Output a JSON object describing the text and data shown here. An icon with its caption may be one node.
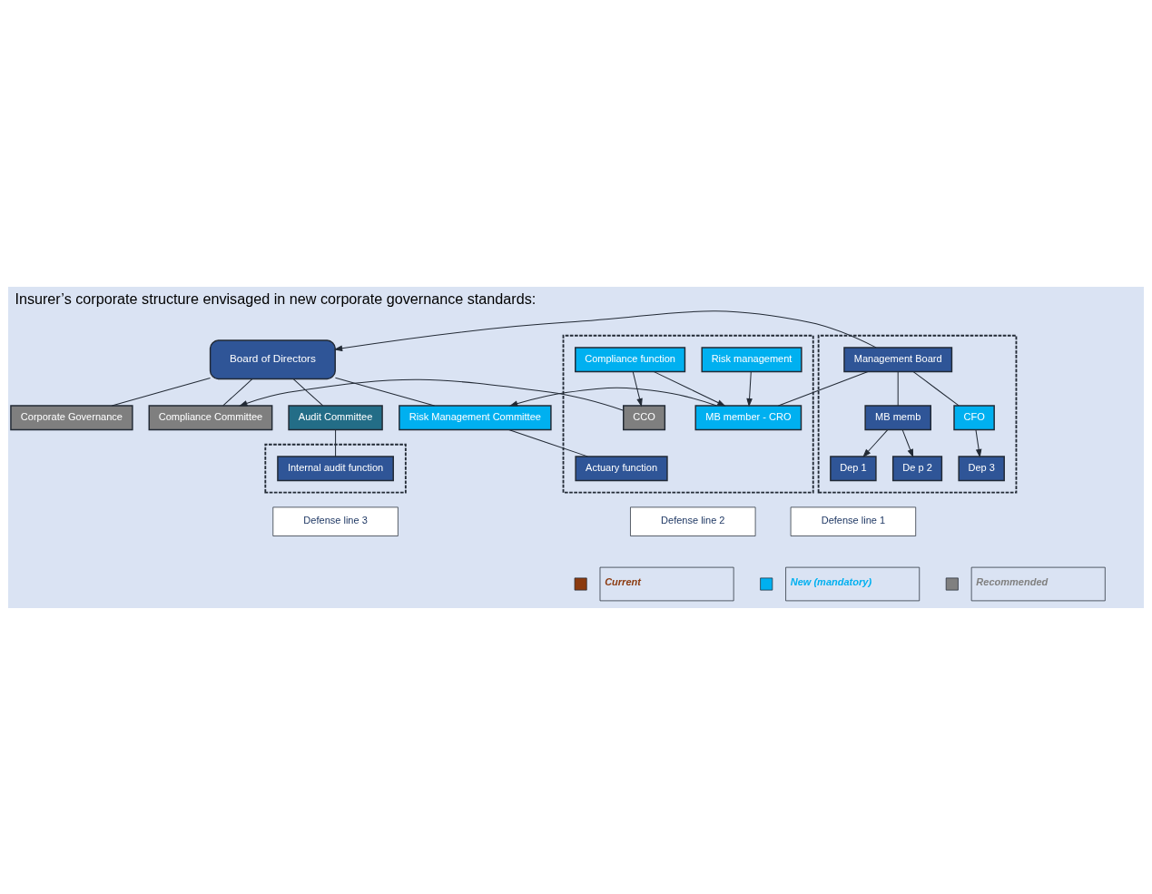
{
  "diagram": {
    "title": "Insurer’s corporate structure envisaged in new corporate governance standards:",
    "nodes": [
      {
        "text": [
          "Board of Directors"
        ]
      },
      {
        "text": [
          "Corporate Governance"
        ]
      },
      {
        "text": [
          "Compliance Committee"
        ]
      },
      {
        "text": [
          "Risk Management Committee"
        ]
      },
      {
        "text": [
          "Audit Committee"
        ]
      },
      {
        "text": [],
        "shape": "box"
      },
      {
        "text": [
          "Management Board"
        ],
        "in": 5
      },
      {
        "text": [
          "MB memb"
        ],
        "in": 5
      },
      {
        "text": [
          "CFO"
        ],
        "in": 5
      },
      {
        "text": [
          "Dep 1"
        ],
        "in": 5
      },
      {
        "text": [
          "De p 2"
        ],
        "in": 5
      },
      {
        "text": [
          "Dep 3"
        ],
        "in": 5
      },
      {
        "text": [],
        "shape": "box"
      },
      {
        "text": [
          "MB member - CRO"
        ],
        "in": 12
      },
      {
        "text": [
          "Risk management"
        ],
        "in": 12
      },
      {
        "text": [
          "Actuary function"
        ],
        "in": 12
      },
      {
        "text": [
          "CCO"
        ],
        "in": 12
      },
      {
        "text": [
          "Compliance function"
        ],
        "in": 12
      },
      {
        "text": [],
        "shape": "box"
      },
      {
        "text": [
          "Internal audit function"
        ],
        "in": 18
      },
      {
        "text": [
          "Defense line 1"
        ]
      },
      {
        "text": [
          "Defense line 2"
        ]
      },
      {
        "text": [
          "Defense line 3"
        ]
      }
    ],
    "edges": [
      {
        "from": 0,
        "to": 1,
        "arrow": "none"
      },
      {
        "from": 0,
        "to": 2,
        "arrow": "none"
      },
      {
        "from": 0,
        "to": 3,
        "arrow": "none"
      },
      {
        "from": 0,
        "to": 4,
        "arrow": "none"
      },
      {
        "from": 6,
        "to": 0,
        "arrow": "to"
      },
      {
        "from": 13,
        "to": 3,
        "arrow": "to"
      },
      {
        "from": 3,
        "to": 15,
        "arrow": "none"
      },
      {
        "from": 16,
        "to": 2,
        "arrow": "to"
      },
      {
        "from": 4,
        "to": 19,
        "arrow": "none"
      },
      {
        "from": 6,
        "to": 7,
        "arrow": "none"
      },
      {
        "from": 6,
        "to": 8,
        "arrow": "none"
      },
      {
        "from": 6,
        "to": 13,
        "arrow": "none"
      },
      {
        "from": 7,
        "to": 9,
        "arrow": "to"
      },
      {
        "from": 7,
        "to": 10,
        "arrow": "to"
      },
      {
        "from": 8,
        "to": 11,
        "arrow": "to"
      },
      {
        "from": 14,
        "to": 13,
        "arrow": "to"
      },
      {
        "from": 17,
        "to": 13,
        "arrow": "to"
      },
      {
        "from": 17,
        "to": 16,
        "arrow": "to"
      }
    ],
    "legend": [
      {
        "text": "Current",
        "color": "#8b3a0f"
      },
      {
        "text": "New (mandatory)",
        "color": "#00b0f0"
      },
      {
        "text": "Recommended",
        "color": "#808080"
      }
    ]
  }
}
